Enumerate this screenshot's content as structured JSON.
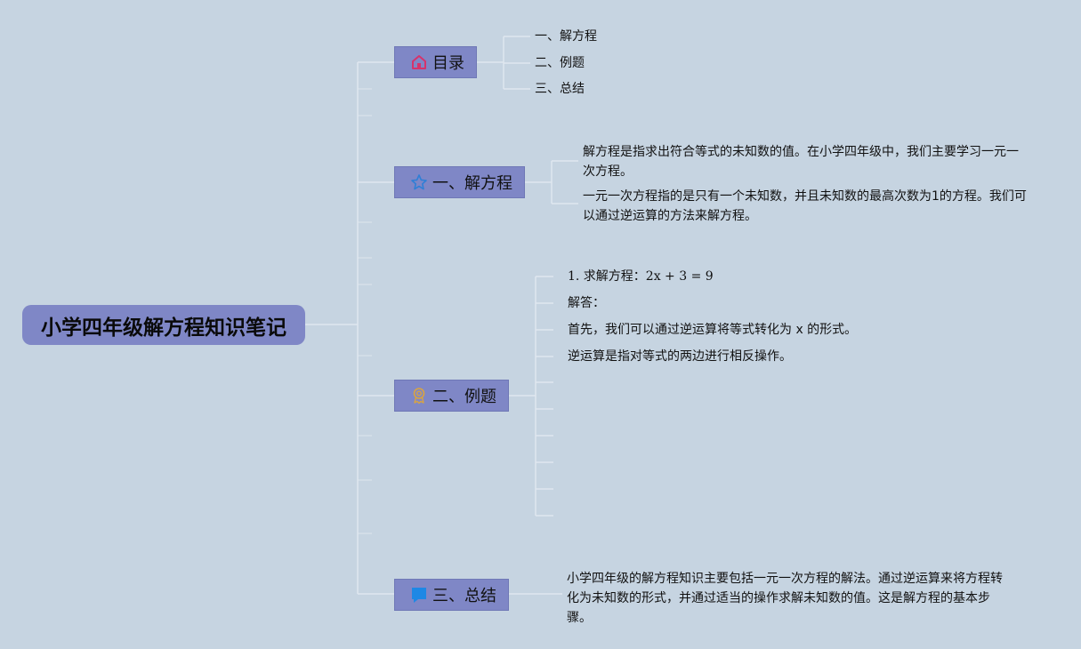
{
  "root": {
    "title": "小学四年级解方程知识笔记"
  },
  "branches": [
    {
      "label": "目录",
      "icon": "home-icon",
      "children": [
        "一、解方程",
        "二、例题",
        "三、总结"
      ]
    },
    {
      "label": "一、解方程",
      "icon": "star-icon",
      "paragraphs": [
        "解方程是指求出符合等式的未知数的值。在小学四年级中，我们主要学习一元一次方程。",
        "一元一次方程指的是只有一个未知数，并且未知数的最高次数为1的方程。我们可以通过逆运算的方法来解方程。"
      ]
    },
    {
      "label": "二、例题",
      "icon": "award-icon",
      "children": [
        "1. 求解方程：2x + 3 = 9",
        "解答：",
        "首先，我们可以通过逆运算将等式转化为 x 的形式。",
        "逆运算是指对等式的两边进行相反操作。"
      ]
    },
    {
      "label": "三、总结",
      "icon": "flag-icon",
      "paragraphs": [
        "小学四年级的解方程知识主要包括一元一次方程的解法。通过逆运算来将方程转化为未知数的形式，并通过适当的操作求解未知数的值。这是解方程的基本步骤。"
      ]
    }
  ],
  "colors": {
    "background": "#c6d4e1",
    "node_fill": "#7f87c6",
    "connector": "#dfe7ef",
    "home_icon": "#d6336c",
    "star_icon": "#2f7fd6",
    "award_icon": "#d9a441",
    "flag_icon": "#1e88e5"
  }
}
